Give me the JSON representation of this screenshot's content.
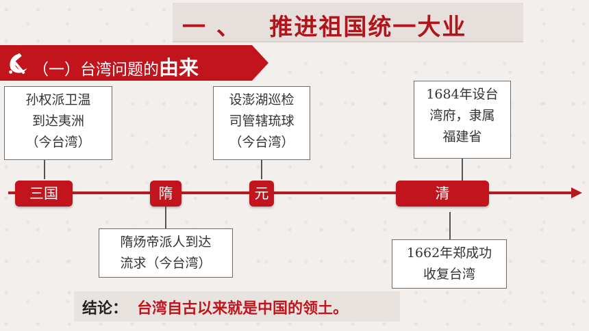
{
  "title": "一 、   推进祖国统一大业",
  "section": {
    "label_prefix": "（一）台湾问题的",
    "label_emphasis": "由来"
  },
  "timeline": {
    "markers": [
      "三国",
      "隋",
      "元",
      "清"
    ],
    "notes": {
      "sanguo": [
        "孙权派卫温",
        "到达夷洲",
        "（今台湾）"
      ],
      "sui": [
        "隋炀帝派人到达",
        "流求（今台湾）"
      ],
      "yuan": [
        "设澎湖巡检",
        "司管辖琉球",
        "（今台湾）"
      ],
      "qing_1684": [
        "1684年设台",
        "湾府，隶属",
        "福建省"
      ],
      "qing_1662": [
        "1662年郑成功",
        "收复台湾"
      ]
    }
  },
  "conclusion": {
    "label": "结论：",
    "text": "台湾自古以来就是中国的领土。"
  },
  "colors": {
    "accent": "#c1141c",
    "title_bg": "#e6dfdb"
  }
}
